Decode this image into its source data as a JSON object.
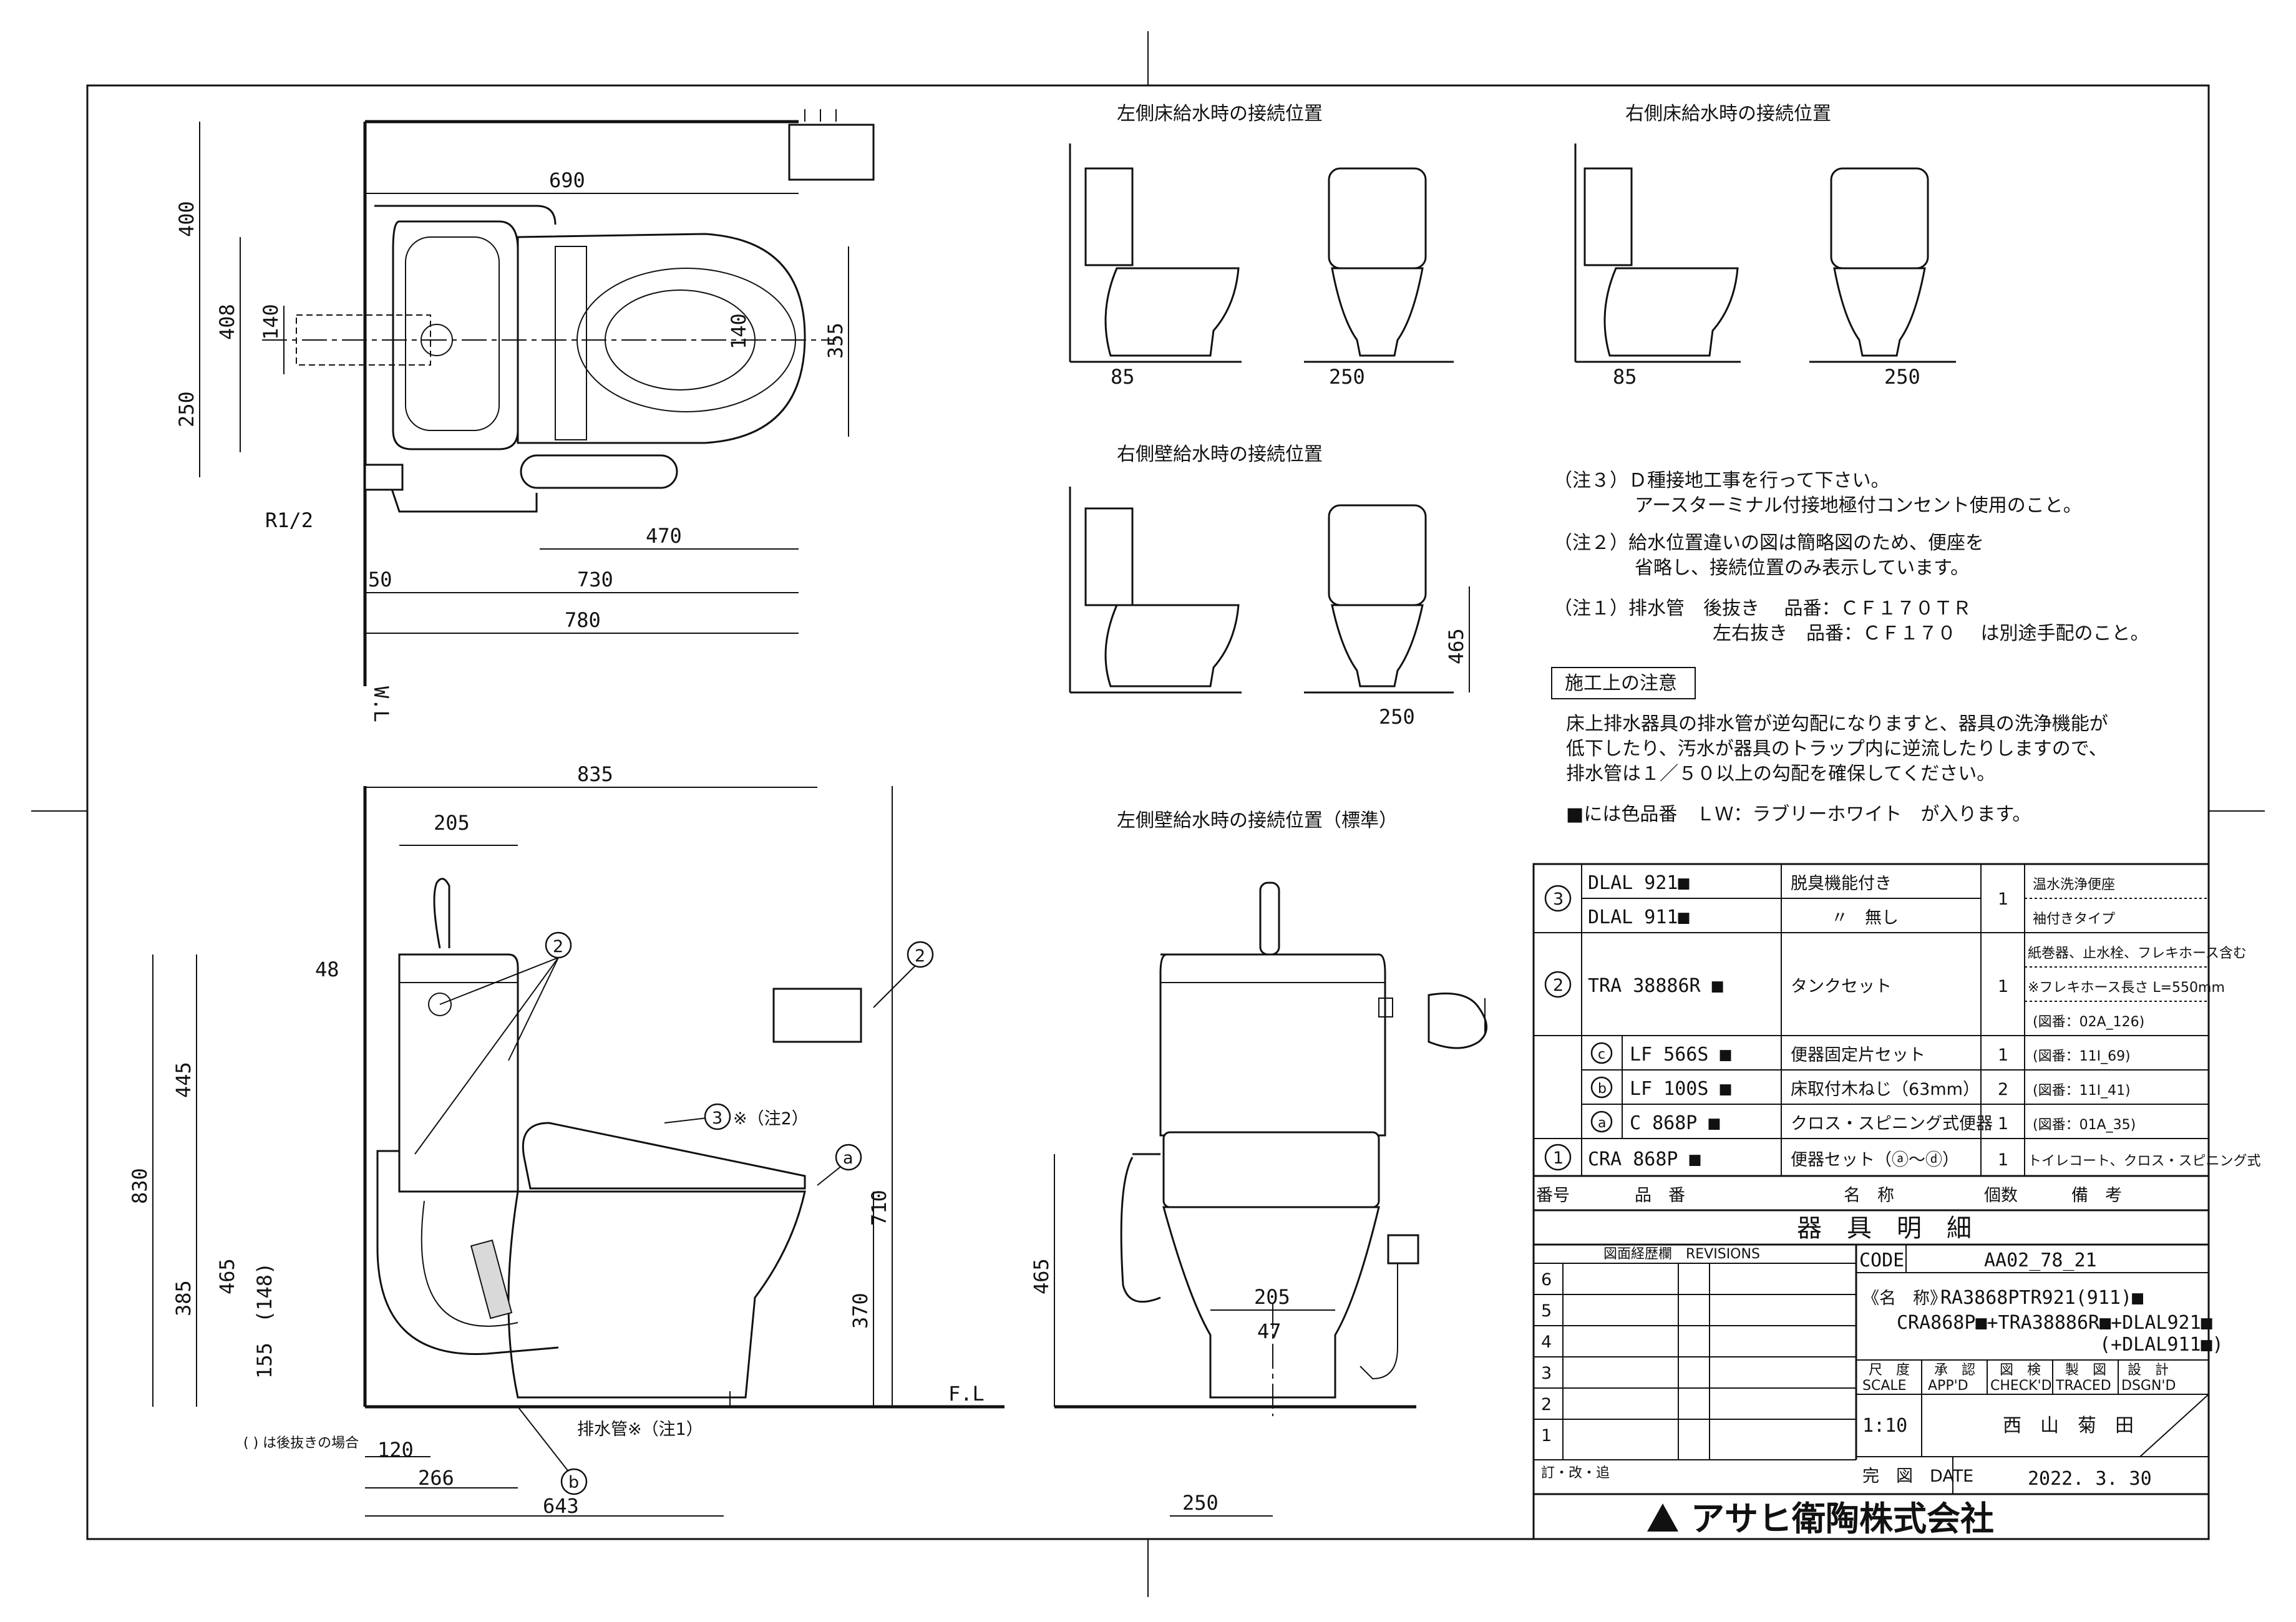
{
  "views": {
    "left_floor": "左側床給水時の接続位置",
    "right_floor": "右側床給水時の接続位置",
    "right_wall": "右側壁給水時の接続位置",
    "left_wall_std": "左側壁給水時の接続位置（標準）"
  },
  "dims": {
    "d690": "690",
    "d400": "400",
    "d408": "408",
    "d250": "250",
    "d140a": "140",
    "d140b": "140",
    "d355": "355",
    "d470": "470",
    "d50": "50",
    "d730": "730",
    "d780": "780",
    "r12": "R1/2",
    "wl": "W.L",
    "fl": "F.L",
    "d835": "835",
    "d205": "205",
    "d48": "48",
    "d445": "445",
    "d830": "830",
    "d710": "710",
    "d465": "465",
    "d385": "385",
    "d370": "370",
    "d148": "(148)",
    "d155": "155",
    "d120": "120",
    "d266": "266",
    "d643": "643",
    "d85a": "85",
    "d250a": "250",
    "d85b": "85",
    "d250b": "250",
    "d465b": "465",
    "d250c": "250",
    "d205b": "205",
    "d47": "47",
    "d465c": "465",
    "d250d": "250",
    "back_note": "( ) は後抜きの場合",
    "drain_label": "排水管※（注1）",
    "ref3_note": "※（注2）"
  },
  "callouts": {
    "c2": "2",
    "c3": "3",
    "ca": "a",
    "cb": "b"
  },
  "notes": {
    "n3_l1": "（注３）Ｄ種接地工事を行って下さい。",
    "n3_l2": "アースターミナル付接地極付コンセント使用のこと。",
    "n2_l1": "（注２）給水位置違いの図は簡略図のため、便座を",
    "n2_l2": "省略し、接続位置のみ表示しています。",
    "n1_l1": "（注１）排水管　後抜き　 品番：ＣＦ１７０ＴＲ",
    "n1_l2": "左右抜き　品番：ＣＦ１７０　 は別途手配のこと。",
    "caution_title": "施工上の注意",
    "c_l1": "床上排水器具の排水管が逆勾配になりますと、器具の洗浄機能が",
    "c_l2": "低下したり、汚水が器具のトラップ内に逆流したりしますので、",
    "c_l3": "排水管は１／５０以上の勾配を確保してください。",
    "color_note": "■には色品番　ＬＷ：ラブリーホワイト　が入ります。"
  },
  "parts": [
    {
      "no": "3",
      "code": "DLAL 921■",
      "name": "脱臭機能付き",
      "qty": "1",
      "remark": "温水洗浄便座"
    },
    {
      "no": "",
      "code": "DLAL 911■",
      "name": "〃　無し",
      "qty": "",
      "remark": "袖付きタイプ"
    },
    {
      "no": "2",
      "code": "TRA 38886R ■",
      "name": "タンクセット",
      "qty": "1",
      "remark": "紙巻器、止水栓、フレキホース含む"
    },
    {
      "no": "",
      "code": "",
      "name": "",
      "qty": "",
      "remark": "※フレキホース長さ L=550mm"
    },
    {
      "no": "",
      "code": "",
      "name": "",
      "qty": "",
      "remark": "(図番：02A_126)"
    },
    {
      "no": "c",
      "code": "LF 566S ■",
      "name": "便器固定片セット",
      "qty": "1",
      "remark": "(図番：11I_69)"
    },
    {
      "no": "b",
      "code": "LF 100S ■",
      "name": "床取付木ねじ（63mm）",
      "qty": "2",
      "remark": "(図番：11I_41)"
    },
    {
      "no": "a",
      "code": "C 868P ■",
      "name": "クロス・スピニング式便器",
      "qty": "1",
      "remark": "(図番：01A_35)"
    },
    {
      "no": "1",
      "code": "CRA 868P ■",
      "name": "便器セット（ⓐ～ⓓ）",
      "qty": "1",
      "remark": "トイレコート、クロス・スピニング式"
    }
  ],
  "table_head": {
    "no": "番号",
    "code": "品　番",
    "name": "名　称",
    "qty": "個数",
    "remark": "備　考"
  },
  "table_title": "器　具　明　細",
  "rev_title": "図面経歴欄　REVISIONS",
  "rev_marks": [
    "6",
    "5",
    "4",
    "3",
    "2",
    "1"
  ],
  "rev_footer": "訂・改・追",
  "code_label": "CODE",
  "code_value": "AA02_78_21",
  "name_label": "《名　称》",
  "name_l1": "RA3868PTR921(911)■",
  "name_l2": "CRA868P■+TRA38886R■+DLAL921■",
  "name_l3": "(+DLAL911■)",
  "sign_heads": [
    "尺　度\nSCALE",
    "承　認\nAPP'D",
    "図　検\nCHECK'D",
    "製　図\nTRACED",
    "設　計\nDSGN'D"
  ],
  "sign_h1": [
    "尺　度",
    "承　認",
    "図　検",
    "製　図",
    "設　計"
  ],
  "sign_h2": [
    "SCALE",
    "APP'D",
    "CHECK'D",
    "TRACED",
    "DSGN'D"
  ],
  "scale_value": "1:10",
  "signers": "西　山　菊　田",
  "date_label": "完　図　DATE",
  "date_value": "2022. 3. 30",
  "company": "アサヒ衛陶株式会社"
}
